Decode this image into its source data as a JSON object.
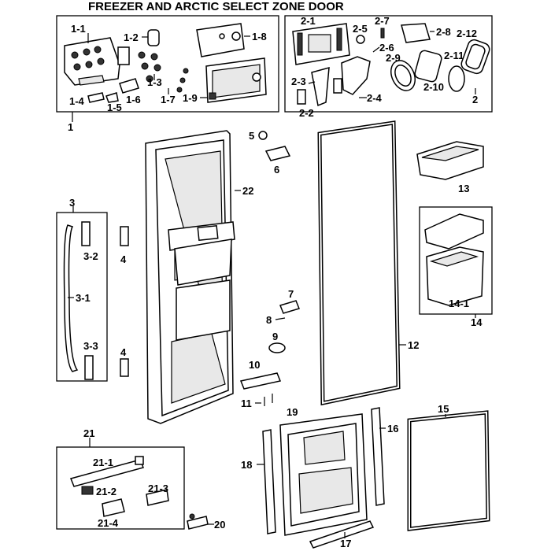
{
  "title": "FREEZER AND ARCTIC SELECT ZONE DOOR",
  "labels": {
    "p1": "1",
    "p1_1": "1-1",
    "p1_2": "1-2",
    "p1_3": "1-3",
    "p1_4": "1-4",
    "p1_5": "1-5",
    "p1_6": "1-6",
    "p1_7": "1-7",
    "p1_8": "1-8",
    "p1_9": "1-9",
    "p2": "2",
    "p2_1": "2-1",
    "p2_2": "2-2",
    "p2_3": "2-3",
    "p2_4": "2-4",
    "p2_5": "2-5",
    "p2_6": "2-6",
    "p2_7": "2-7",
    "p2_8": "2-8",
    "p2_9": "2-9",
    "p2_10": "2-10",
    "p2_11": "2-11",
    "p2_12": "2-12",
    "p3": "3",
    "p3_1": "3-1",
    "p3_2": "3-2",
    "p3_3": "3-3",
    "p4a": "4",
    "p4b": "4",
    "p5": "5",
    "p6": "6",
    "p7": "7",
    "p8": "8",
    "p9": "9",
    "p10": "10",
    "p11": "11",
    "p12": "12",
    "p13": "13",
    "p14": "14",
    "p14_1": "14-1",
    "p15": "15",
    "p16": "16",
    "p17": "17",
    "p18": "18",
    "p19": "19",
    "p20": "20",
    "p21": "21",
    "p21_1": "21-1",
    "p21_2": "21-2",
    "p21_3": "21-3",
    "p21_4": "21-4",
    "p22": "22"
  }
}
